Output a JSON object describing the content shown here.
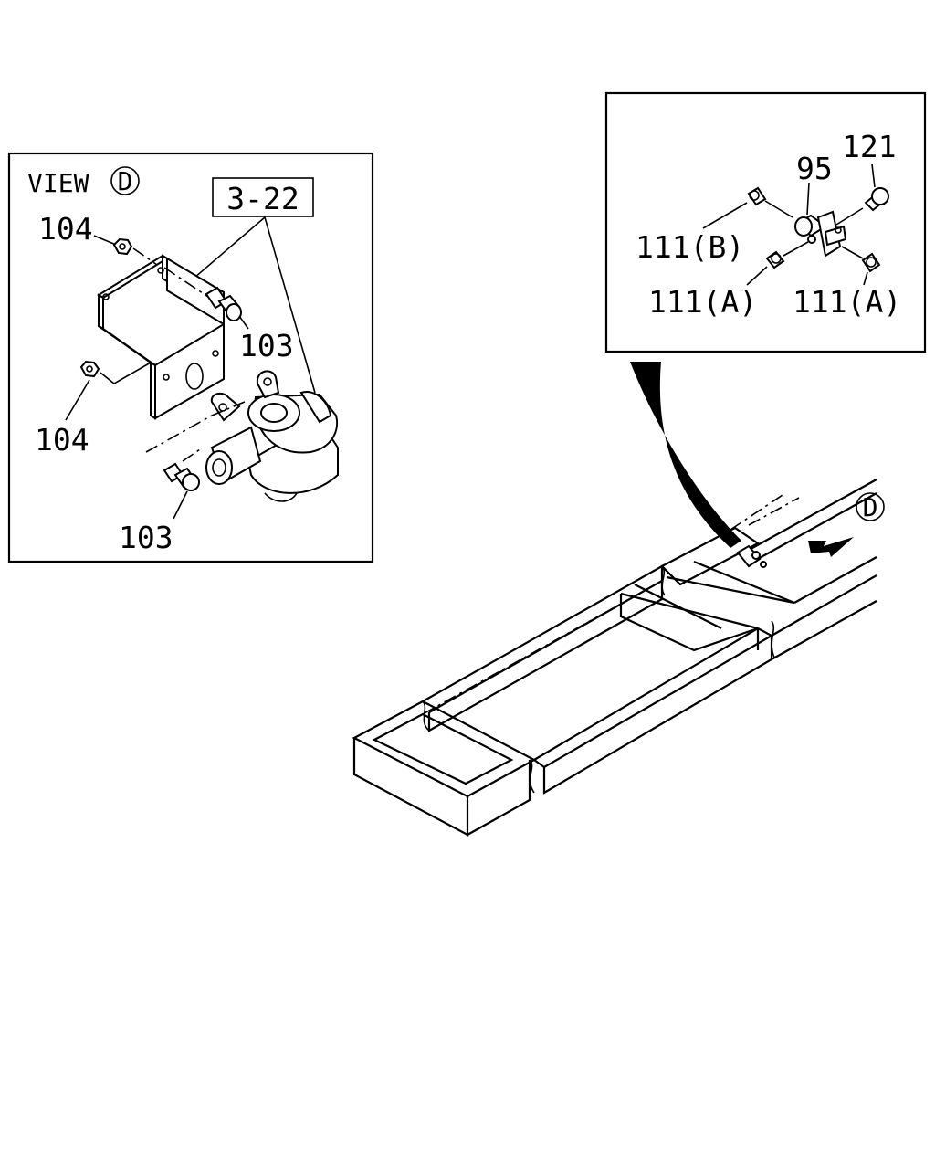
{
  "view_panel": {
    "title_prefix": "VIEW",
    "title_circle": "D",
    "ref_box": "3-22",
    "callouts": {
      "nut_top": "104",
      "nut_bottom": "104",
      "bolt_right": "103",
      "bolt_bottom": "103"
    }
  },
  "detail_panel": {
    "callouts": {
      "part_95": "95",
      "part_121": "121",
      "part_111b": "111(B)",
      "part_111a_left": "111(A)",
      "part_111a_right": "111(A)"
    }
  },
  "frame": {
    "view_marker": "D"
  }
}
